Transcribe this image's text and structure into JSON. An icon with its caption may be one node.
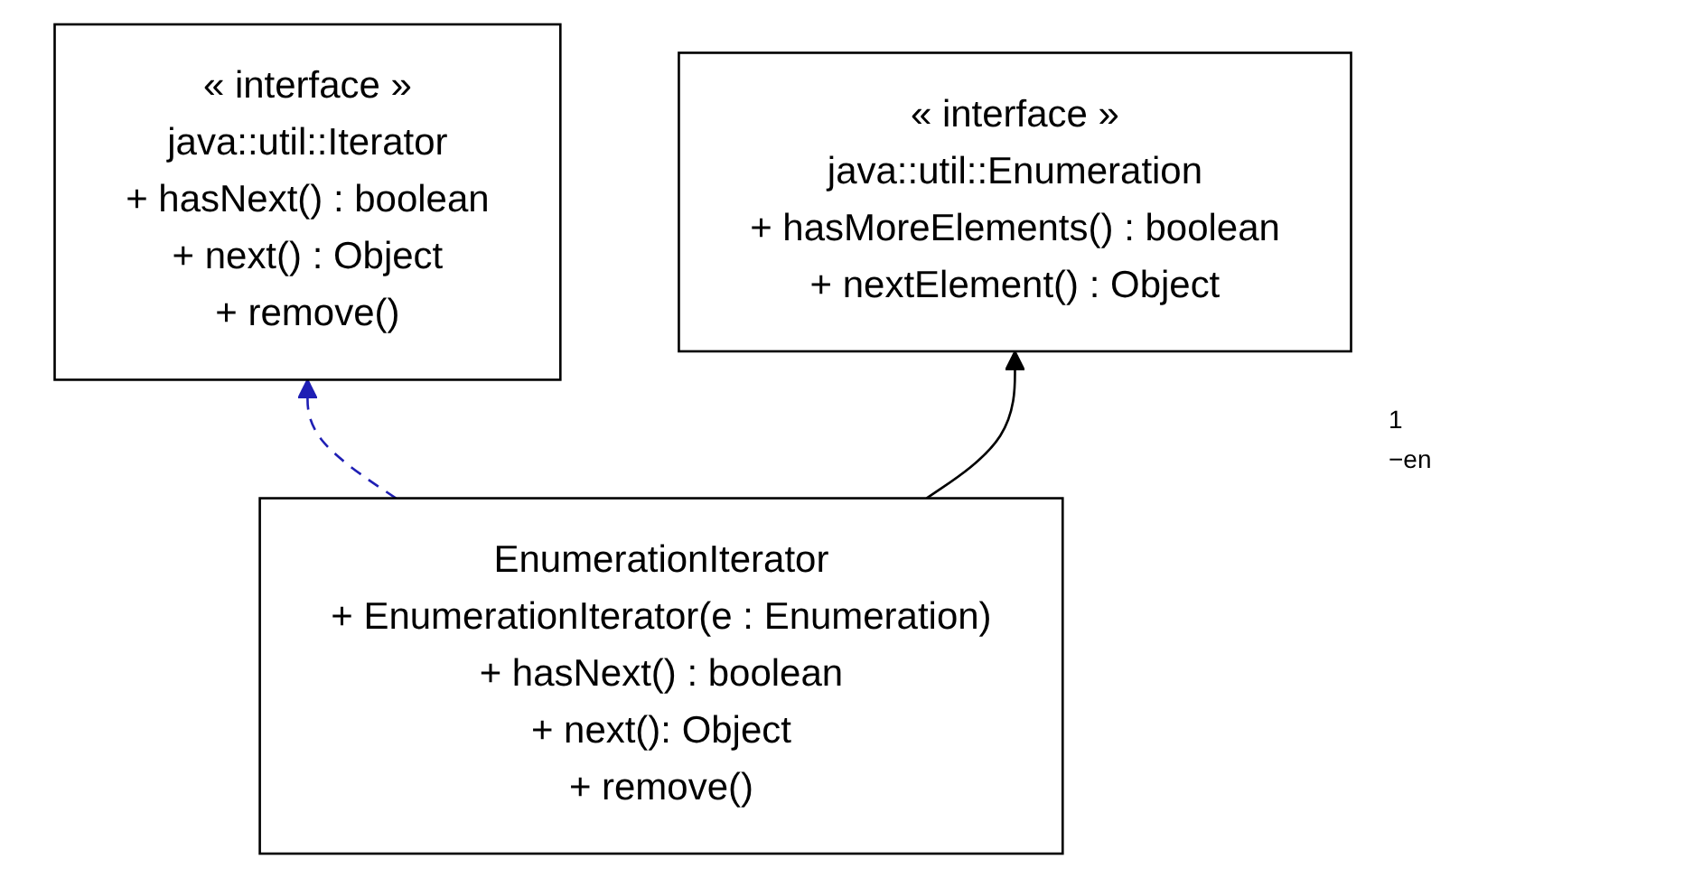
{
  "diagram": {
    "nodes": [
      {
        "text": [
          "« interface »",
          "java::util::Iterator",
          "+ hasNext() : boolean",
          "+ next() : Object",
          "+ remove()"
        ]
      },
      {
        "text": [
          "EnumerationIterator",
          "+ EnumerationIterator(e : Enumeration)",
          "+ hasNext() : boolean",
          "+ next(): Object",
          "+ remove()"
        ]
      },
      {
        "text": [
          "« interface »",
          "java::util::Enumeration",
          "+ hasMoreElements() : boolean",
          "+ nextElement() : Object"
        ]
      }
    ],
    "edges": [
      {
        "from": 1,
        "to": 0,
        "arrow": "to",
        "style": "dashed",
        "color": "#1f1fb4"
      },
      {
        "from": 1,
        "to": 2,
        "arrow": "to",
        "color": "#000000"
      }
    ],
    "labels": [
      "1",
      "−en"
    ]
  }
}
